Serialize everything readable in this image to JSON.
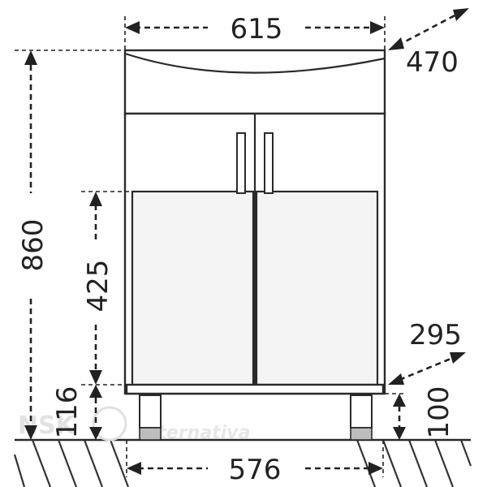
{
  "dimensions": {
    "width_top": "615",
    "depth_top": "470",
    "height_total": "860",
    "door_height": "425",
    "depth_base": "295",
    "plinth_height": "116",
    "leg_height": "100",
    "width_base": "576"
  },
  "watermark": {
    "brand_left": "NSK",
    "brand_right": "alternativa"
  },
  "colors": {
    "line": "#222222",
    "panel_fill": "#f4f4f4",
    "watermark": "#e2e2e2"
  }
}
